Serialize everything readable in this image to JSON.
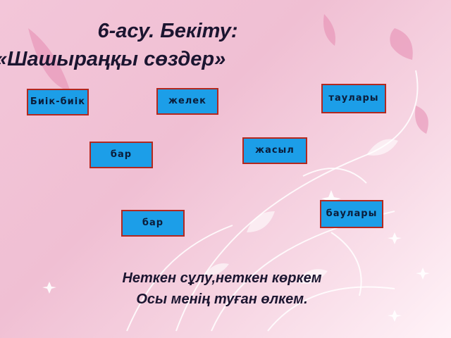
{
  "slide": {
    "title_line1": "6-асу. Бекіту:",
    "title_line2": "«Шашыраңқы сөздер»",
    "words": [
      {
        "text": "Биік-биік"
      },
      {
        "text": "желек"
      },
      {
        "text": "таулары"
      },
      {
        "text": "бар"
      },
      {
        "text": "жасыл"
      },
      {
        "text": "баулары"
      },
      {
        "text": "бар"
      }
    ],
    "poem_line1": "Неткен сұлу,неткен көркем",
    "poem_line2": "Осы менің туған өлкем."
  },
  "colors": {
    "background": "#f3c6d9",
    "word_box_fill": "#1c9ee8",
    "word_box_border": "#b3281f",
    "text": "#1b1530"
  }
}
